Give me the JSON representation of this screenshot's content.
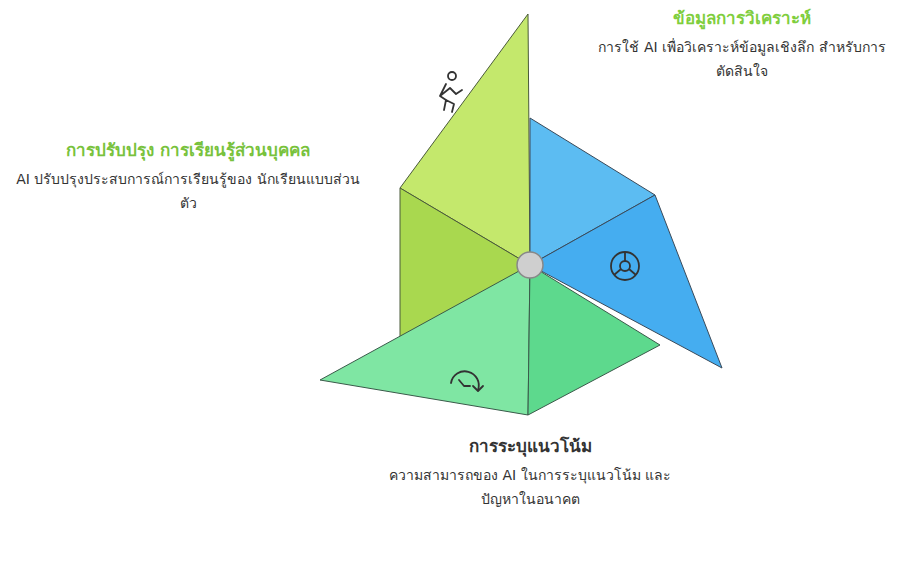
{
  "diagram": {
    "nodes": [
      {
        "text": [
          "ข้อมูลการวิเคราะห์",
          "การใช้ AI เพื่อวิเคราะห์ข้อมูลเชิงลึก สำหรับการตัดสินใจ"
        ]
      },
      {
        "text": [
          "การปรับปรุง การเรียนรู้ส่วนบุคคล",
          "AI ปรับปรุงประสบการณ์การเรียนรู้ของ นักเรียนแบบส่วนตัว"
        ]
      },
      {
        "text": [
          "การระบุแนวโน้ม",
          "ความสามารถของ AI ในการระบุแนวโน้ม และปัญหาในอนาคต"
        ]
      }
    ]
  }
}
